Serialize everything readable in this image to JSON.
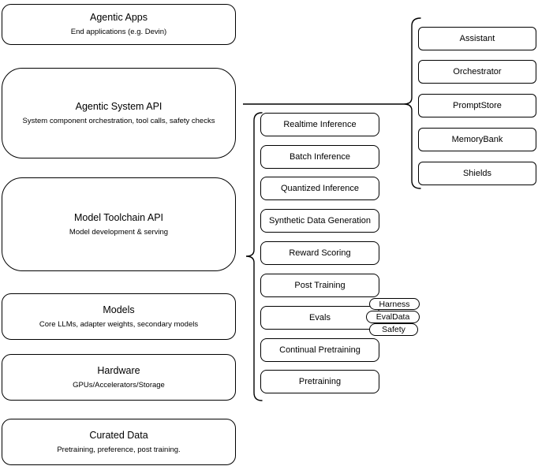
{
  "diagram": {
    "left_stack": [
      {
        "title": "Agentic Apps",
        "subtitle": "End applications (e.g. Devin)"
      },
      {
        "title": "Agentic System API",
        "subtitle": "System component orchestration, tool calls, safety checks"
      },
      {
        "title": "Model Toolchain API",
        "subtitle": "Model development & serving"
      },
      {
        "title": "Models",
        "subtitle": "Core LLMs, adapter weights, secondary models"
      },
      {
        "title": "Hardware",
        "subtitle": "GPUs/Accelerators/Storage"
      },
      {
        "title": "Curated Data",
        "subtitle": "Pretraining, preference, post training."
      }
    ],
    "toolchain_services": [
      "Realtime Inference",
      "Batch Inference",
      "Quantized Inference",
      "Synthetic Data Generation",
      "Reward Scoring",
      "Post Training",
      "Evals",
      "Continual Pretraining",
      "Pretraining"
    ],
    "eval_tags": [
      "Harness",
      "EvalData",
      "Safety"
    ],
    "system_components": [
      "Assistant",
      "Orchestrator",
      "PromptStore",
      "MemoryBank",
      "Shields"
    ],
    "colors": {
      "stroke": "#000000",
      "node_fill": "#ffffff",
      "background": "#ffffff"
    }
  }
}
